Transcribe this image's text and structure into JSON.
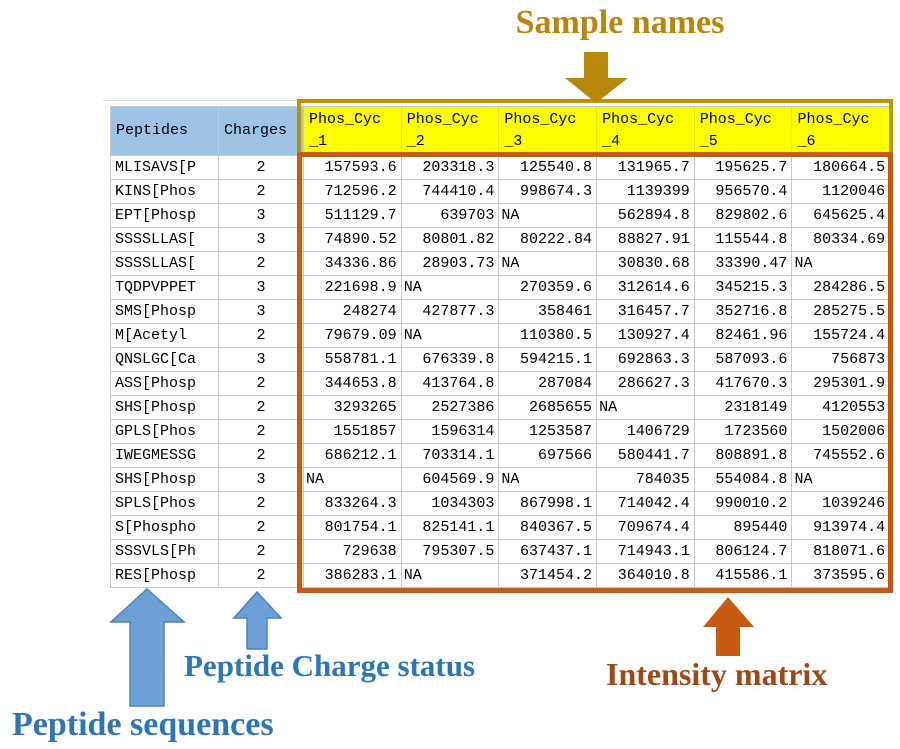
{
  "annotations": {
    "sample_names": {
      "label": "Sample names",
      "color": "#B8860B"
    },
    "peptide_charge": {
      "label": "Peptide Charge status",
      "color": "#2E75B6"
    },
    "peptide_sequences": {
      "label": "Peptide sequences",
      "color": "#2E75B6"
    },
    "intensity_matrix": {
      "label": "Intensity matrix",
      "color": "#9E4717"
    }
  },
  "colors": {
    "header_blue": "#9DC3E6",
    "header_yellow": "#FFFF00",
    "sample_box_border": "#BF9000",
    "intensity_box_border": "#C55A11",
    "blue_arrow_fill": "#6CA0D7",
    "blue_arrow_stroke": "#4E81B5",
    "gold_arrow_fill": "#B8860B",
    "orange_arrow_fill": "#C55A11",
    "gridline": "#C9C9C9"
  },
  "table": {
    "peptide_header": "Peptides",
    "charge_header": "Charges",
    "samples": [
      {
        "name": "Phos_Cyc_1",
        "line1": "Phos_Cyc",
        "line2": "_1"
      },
      {
        "name": "Phos_Cyc_2",
        "line1": "Phos_Cyc",
        "line2": "_2"
      },
      {
        "name": "Phos_Cyc_3",
        "line1": "Phos_Cyc",
        "line2": "_3"
      },
      {
        "name": "Phos_Cyc_4",
        "line1": "Phos_Cyc",
        "line2": "_4"
      },
      {
        "name": "Phos_Cyc_5",
        "line1": "Phos_Cyc",
        "line2": "_5"
      },
      {
        "name": "Phos_Cyc_6",
        "line1": "Phos_Cyc",
        "line2": "_6"
      }
    ],
    "rows": [
      {
        "peptide": "MLISAVS[P",
        "charge": "2",
        "values": [
          "157593.6",
          "203318.3",
          "125540.8",
          "131965.7",
          "195625.7",
          "180664.5"
        ]
      },
      {
        "peptide": "KINS[Phos",
        "charge": "2",
        "values": [
          "712596.2",
          "744410.4",
          "998674.3",
          "1139399",
          "956570.4",
          "1120046"
        ]
      },
      {
        "peptide": "EPT[Phosp",
        "charge": "3",
        "values": [
          "511129.7",
          "639703",
          "NA",
          "562894.8",
          "829802.6",
          "645625.4"
        ]
      },
      {
        "peptide": "SSSSLLAS[",
        "charge": "3",
        "values": [
          "74890.52",
          "80801.82",
          "80222.84",
          "88827.91",
          "115544.8",
          "80334.69"
        ]
      },
      {
        "peptide": "SSSSLLAS[",
        "charge": "2",
        "values": [
          "34336.86",
          "28903.73",
          "NA",
          "30830.68",
          "33390.47",
          "NA"
        ]
      },
      {
        "peptide": "TQDPVPPET",
        "charge": "3",
        "values": [
          "221698.9",
          "NA",
          "270359.6",
          "312614.6",
          "345215.3",
          "284286.5"
        ]
      },
      {
        "peptide": "SMS[Phosp",
        "charge": "3",
        "values": [
          "248274",
          "427877.3",
          "358461",
          "316457.7",
          "352716.8",
          "285275.5"
        ]
      },
      {
        "peptide": "M[Acetyl",
        "charge": "2",
        "values": [
          "79679.09",
          "NA",
          "110380.5",
          "130927.4",
          "82461.96",
          "155724.4"
        ]
      },
      {
        "peptide": "QNSLGC[Ca",
        "charge": "3",
        "values": [
          "558781.1",
          "676339.8",
          "594215.1",
          "692863.3",
          "587093.6",
          "756873"
        ]
      },
      {
        "peptide": "ASS[Phosp",
        "charge": "2",
        "values": [
          "344653.8",
          "413764.8",
          "287084",
          "286627.3",
          "417670.3",
          "295301.9"
        ]
      },
      {
        "peptide": "SHS[Phosp",
        "charge": "2",
        "values": [
          "3293265",
          "2527386",
          "2685655",
          "NA",
          "2318149",
          "4120553"
        ]
      },
      {
        "peptide": "GPLS[Phos",
        "charge": "2",
        "values": [
          "1551857",
          "1596314",
          "1253587",
          "1406729",
          "1723560",
          "1502006"
        ]
      },
      {
        "peptide": "IWEGMESSG",
        "charge": "2",
        "values": [
          "686212.1",
          "703314.1",
          "697566",
          "580441.7",
          "808891.8",
          "745552.6"
        ]
      },
      {
        "peptide": "SHS[Phosp",
        "charge": "3",
        "values": [
          "NA",
          "604569.9",
          "NA",
          "784035",
          "554084.8",
          "NA"
        ]
      },
      {
        "peptide": "SPLS[Phos",
        "charge": "2",
        "values": [
          "833264.3",
          "1034303",
          "867998.1",
          "714042.4",
          "990010.2",
          "1039246"
        ]
      },
      {
        "peptide": "S[Phospho",
        "charge": "2",
        "values": [
          "801754.1",
          "825141.1",
          "840367.5",
          "709674.4",
          "895440",
          "913974.4"
        ]
      },
      {
        "peptide": "SSSVLS[Ph",
        "charge": "2",
        "values": [
          "729638",
          "795307.5",
          "637437.1",
          "714943.1",
          "806124.7",
          "818071.6"
        ]
      },
      {
        "peptide": "RES[Phosp",
        "charge": "2",
        "values": [
          "386283.1",
          "NA",
          "371454.2",
          "364010.8",
          "415586.1",
          "373595.6"
        ]
      }
    ]
  }
}
